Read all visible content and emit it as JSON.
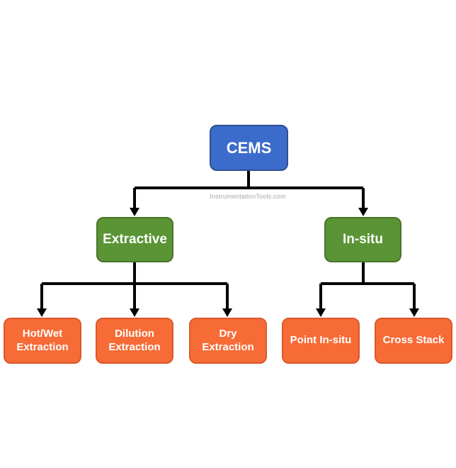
{
  "diagram": {
    "root": {
      "label": "CEMS"
    },
    "watermark": "InstrumentationTools.com",
    "categories": [
      {
        "label": "Extractive"
      },
      {
        "label": "In-situ"
      }
    ],
    "methods": {
      "hot_wet": {
        "line1": "Hot/Wet",
        "line2": "Extraction"
      },
      "dilution": {
        "line1": "Dilution",
        "line2": "Extraction"
      },
      "dry": {
        "line1": "Dry",
        "line2": "Extraction"
      },
      "point_insitu": {
        "label": "Point In-situ"
      },
      "cross_stack": {
        "label": "Cross Stack"
      }
    }
  },
  "colors": {
    "root_fill": "#3c6ccb",
    "category_fill": "#5a9434",
    "method_fill": "#f76b37",
    "node_text": "#ffffff",
    "connector": "#000000",
    "watermark": "#a6a6a6"
  }
}
